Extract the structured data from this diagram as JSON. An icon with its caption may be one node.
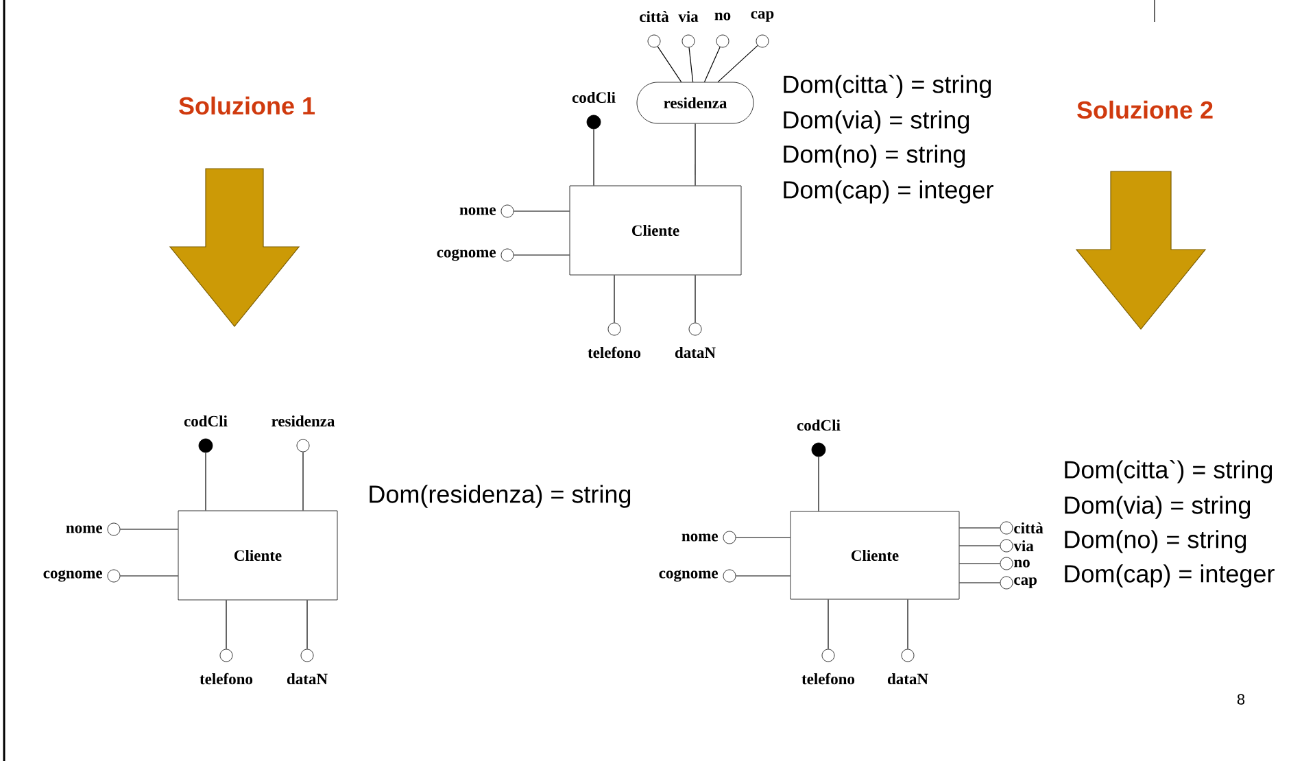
{
  "diagram": {
    "nodes": [
      {
        "text": [
          "Cliente"
        ]
      },
      {
        "text": [
          "codCli"
        ]
      },
      {
        "text": [
          "residenza"
        ]
      },
      {
        "text": [
          "città"
        ]
      },
      {
        "text": [
          "via"
        ]
      },
      {
        "text": [
          "no"
        ]
      },
      {
        "text": [
          "cap"
        ]
      },
      {
        "text": [
          "nome"
        ]
      },
      {
        "text": [
          "cognome"
        ]
      },
      {
        "text": [
          "telefono"
        ]
      },
      {
        "text": [
          "dataN"
        ]
      },
      {
        "text": [
          "Cliente"
        ]
      },
      {
        "text": [
          "codCli"
        ]
      },
      {
        "text": [
          "residenza"
        ]
      },
      {
        "text": [
          "nome"
        ]
      },
      {
        "text": [
          "cognome"
        ]
      },
      {
        "text": [
          "telefono"
        ]
      },
      {
        "text": [
          "dataN"
        ]
      },
      {
        "text": [
          "Cliente"
        ]
      },
      {
        "text": [
          "codCli"
        ]
      },
      {
        "text": [
          "nome"
        ]
      },
      {
        "text": [
          "cognome"
        ]
      },
      {
        "text": [
          "città"
        ]
      },
      {
        "text": [
          "via"
        ]
      },
      {
        "text": [
          "no"
        ]
      },
      {
        "text": [
          "cap"
        ]
      },
      {
        "text": [
          "telefono"
        ]
      },
      {
        "text": [
          "dataN"
        ]
      }
    ],
    "edges": [
      {
        "from": 0,
        "to": 1,
        "arrow": "none"
      },
      {
        "from": 0,
        "to": 2,
        "arrow": "none"
      },
      {
        "from": 2,
        "to": 3,
        "arrow": "none"
      },
      {
        "from": 2,
        "to": 4,
        "arrow": "none"
      },
      {
        "from": 2,
        "to": 5,
        "arrow": "none"
      },
      {
        "from": 2,
        "to": 6,
        "arrow": "none"
      },
      {
        "from": 0,
        "to": 7,
        "arrow": "none"
      },
      {
        "from": 0,
        "to": 8,
        "arrow": "none"
      },
      {
        "from": 0,
        "to": 9,
        "arrow": "none"
      },
      {
        "from": 0,
        "to": 10,
        "arrow": "none"
      },
      {
        "from": 11,
        "to": 12,
        "arrow": "none"
      },
      {
        "from": 11,
        "to": 13,
        "arrow": "none"
      },
      {
        "from": 11,
        "to": 14,
        "arrow": "none"
      },
      {
        "from": 11,
        "to": 15,
        "arrow": "none"
      },
      {
        "from": 11,
        "to": 16,
        "arrow": "none"
      },
      {
        "from": 11,
        "to": 17,
        "arrow": "none"
      },
      {
        "from": 18,
        "to": 19,
        "arrow": "none"
      },
      {
        "from": 18,
        "to": 20,
        "arrow": "none"
      },
      {
        "from": 18,
        "to": 21,
        "arrow": "none"
      },
      {
        "from": 18,
        "to": 22,
        "arrow": "none"
      },
      {
        "from": 18,
        "to": 23,
        "arrow": "none"
      },
      {
        "from": 18,
        "to": 24,
        "arrow": "none"
      },
      {
        "from": 18,
        "to": 25,
        "arrow": "none"
      },
      {
        "from": 18,
        "to": 26,
        "arrow": "none"
      },
      {
        "from": 18,
        "to": 27,
        "arrow": "none"
      }
    ],
    "labels": [
      "Soluzione 1",
      "Dom(citta`) = string",
      "Dom(via) = string",
      "Dom(no) = string",
      "Dom(cap) = integer",
      "Soluzione 2",
      "Dom(residenza) = string",
      "Dom(citta`) = string",
      "Dom(via) = string",
      "Dom(no) = string",
      "Dom(cap) = integer",
      "8"
    ]
  }
}
